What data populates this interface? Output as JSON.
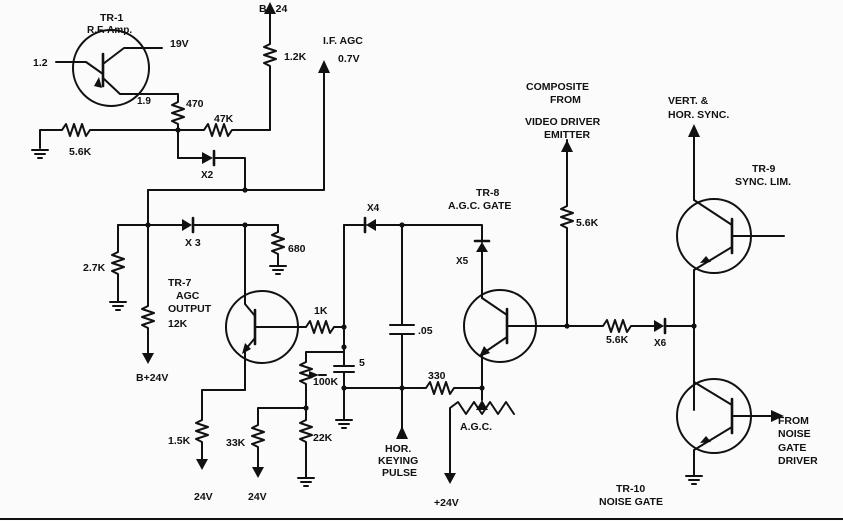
{
  "labels": {
    "tr1_title": "TR-1",
    "tr1_sub": "R.F. Amp.",
    "tr1_left": "1.2",
    "tr1_right": "19V",
    "tr1_bottom": "1.9",
    "bplus24": "B+ 24",
    "r_1_2k": "1.2K",
    "if_agc_1": "I.F. AGC",
    "if_agc_2": "0.7V",
    "r_470": "470",
    "r_47k": "47K",
    "r_5_6k_left": "5.6K",
    "x2": "X2",
    "x3": "X 3",
    "r_680": "680",
    "r_2_7k": "2.7K",
    "tr7_1": "TR-7",
    "tr7_2": "AGC",
    "tr7_3": "OUTPUT",
    "tr7_4": "12K",
    "b24v": "B+24V",
    "r_1k": "1K",
    "x4": "X4",
    "tr8_1": "TR-8",
    "tr8_2": "A.G.C. GATE",
    "x5": "X5",
    "cap_05": ".05",
    "cap_5": "5",
    "r_100k": "100K",
    "r_330": "330",
    "agc_pot": "A.G.C.",
    "r_1_5k": "1.5K",
    "r_33k": "33K",
    "r_22k": "22K",
    "v24_a": "24V",
    "v24_b": "24V",
    "hor1": "HOR.",
    "hor2": "KEYING",
    "hor3": "PULSE",
    "plus24v": "+24V",
    "comp1": "COMPOSITE",
    "comp2": "FROM",
    "comp3": "VIDEO DRIVER",
    "comp4": "EMITTER",
    "r_5_6k_mid": "5.6K",
    "r_5_6k_low": "5.6K",
    "x6": "X6",
    "vert1": "VERT. &",
    "vert2": "HOR. SYNC.",
    "tr9_1": "TR-9",
    "tr9_2": "SYNC. LIM.",
    "from1": "FROM",
    "from2": "NOISE",
    "from3": "GATE",
    "from4": "DRIVER",
    "tr10_1": "TR-10",
    "tr10_2": "NOISE GATE"
  }
}
